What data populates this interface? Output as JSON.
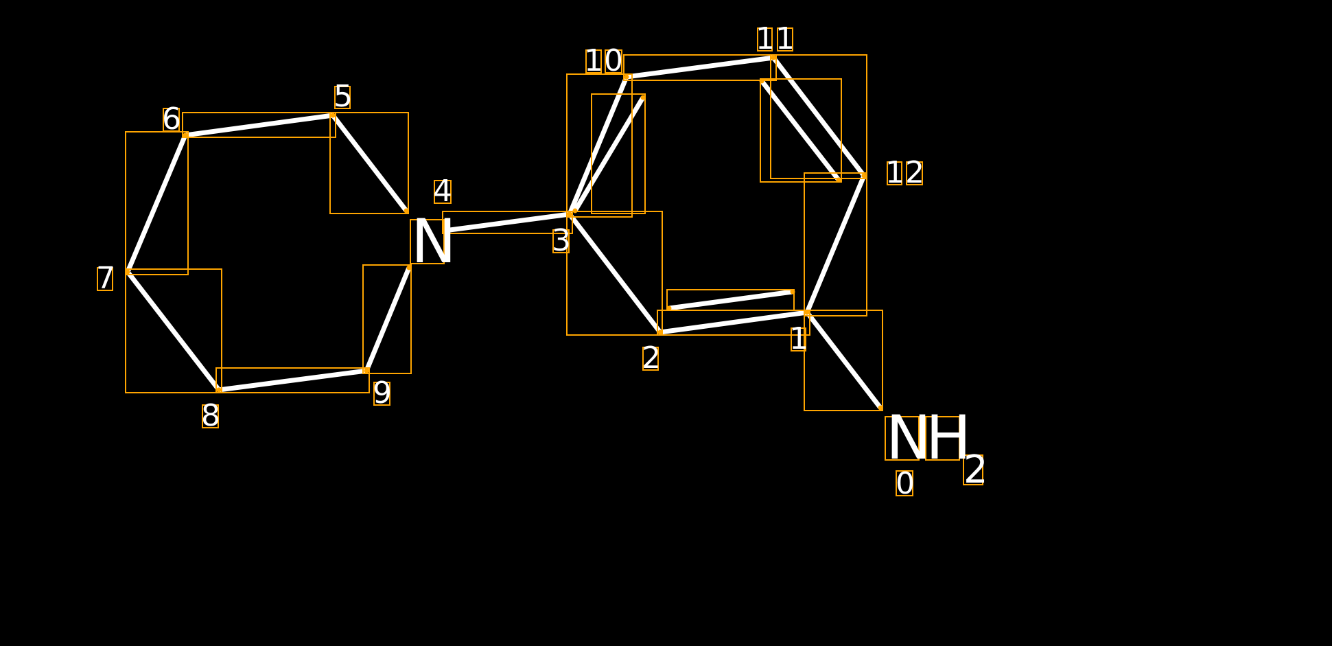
{
  "colors": {
    "background": "#000000",
    "bond": "#FFFFFF",
    "box": "#FFA500"
  },
  "atoms": {
    "n_ring": "N",
    "amine_n": "N",
    "amine_h": "H",
    "amine_sub": "2"
  },
  "indices": {
    "i0": "0",
    "i1": "1",
    "i2": "2",
    "i3": "3",
    "i4": "4",
    "i5": "5",
    "i6": "6",
    "i7": "7",
    "i8": "8",
    "i9": "9",
    "i10": [
      "1",
      "0"
    ],
    "i11": [
      "1",
      "1"
    ],
    "i12": [
      "1",
      "2"
    ]
  }
}
